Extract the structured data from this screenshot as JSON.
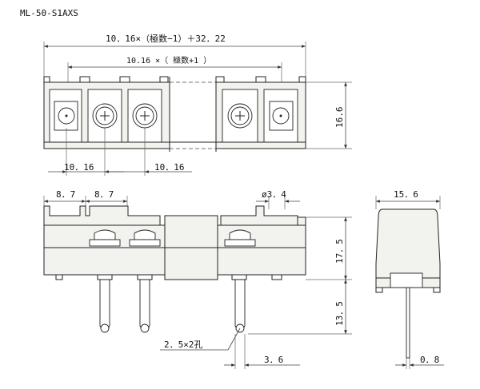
{
  "title": "ML-50-S1AXS",
  "dims": {
    "total_width": "10．16×（極数−1）＋32．22",
    "pitch_formula": "10.16 ×（ 極数+1 ）",
    "height_top": "16.6",
    "pitch_a": "10．16",
    "pitch_b": "10．16",
    "side_a": "8．7",
    "side_b": "8．7",
    "hole_dia": "ø3．4",
    "depth": "15．6",
    "body_height": "17．5",
    "lead_length": "13．5",
    "lead_hole": "2．5×2孔",
    "lead_offset": "3．6",
    "lead_thickness": "0．8"
  }
}
